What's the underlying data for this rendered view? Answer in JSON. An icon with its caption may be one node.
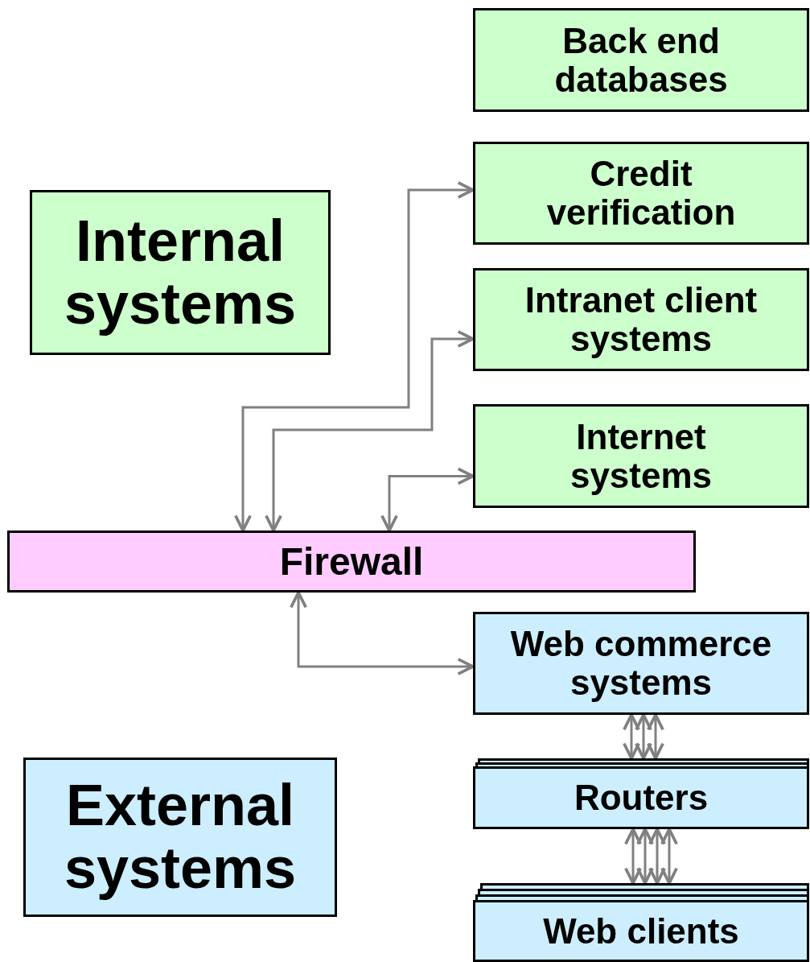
{
  "diagram": {
    "nodes": [
      {
        "text": [
          "Back end databases"
        ]
      },
      {
        "text": [
          "Internal systems"
        ]
      },
      {
        "text": [
          "Credit verification"
        ]
      },
      {
        "text": [
          "Intranet client systems"
        ]
      },
      {
        "text": [
          "Internet systems"
        ]
      },
      {
        "text": [
          "Firewall"
        ]
      },
      {
        "text": [
          "Web commerce systems"
        ]
      },
      {
        "text": [
          "External systems"
        ]
      },
      {
        "text": [
          "Routers"
        ]
      },
      {
        "text": [
          "Web clients"
        ]
      }
    ],
    "edges": [
      {
        "from": 5,
        "to": 2,
        "arrow": "both"
      },
      {
        "from": 5,
        "to": 3,
        "arrow": "both"
      },
      {
        "from": 5,
        "to": 4,
        "arrow": "both"
      },
      {
        "from": 5,
        "to": 6,
        "arrow": "both"
      },
      {
        "from": 6,
        "to": 8,
        "arrow": "both"
      },
      {
        "from": 6,
        "to": 8,
        "arrow": "both"
      },
      {
        "from": 6,
        "to": 8,
        "arrow": "both"
      },
      {
        "from": 8,
        "to": 9,
        "arrow": "both"
      },
      {
        "from": 8,
        "to": 9,
        "arrow": "both"
      },
      {
        "from": 8,
        "to": 9,
        "arrow": "both"
      },
      {
        "from": 8,
        "to": 9,
        "arrow": "both"
      }
    ]
  }
}
